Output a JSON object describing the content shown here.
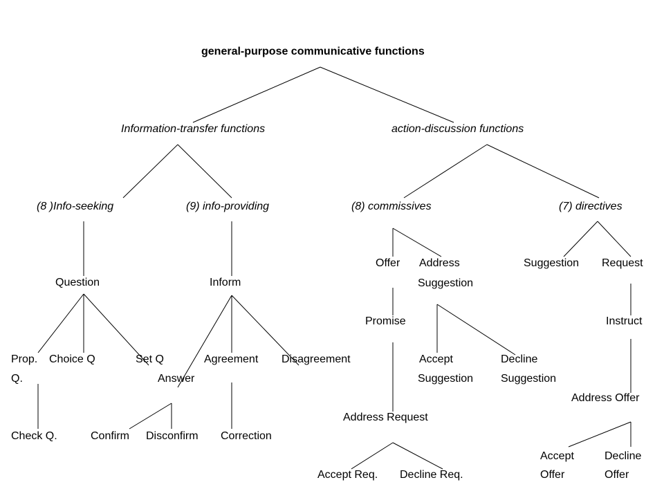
{
  "title": "general-purpose communicative functions",
  "level1": {
    "info_transfer": "Information-transfer functions",
    "action_discussion": "action-discussion functions"
  },
  "level2": {
    "info_seeking": "(8 )Info-seeking",
    "info_providing": "(9) info-providing",
    "commissives": "(8) commissives",
    "directives": "(7) directives"
  },
  "seeking": {
    "question": "Question",
    "prop_q": "Prop.",
    "prop_q_2": "Q.",
    "choice_q": "Choice Q",
    "set_q": "Set Q",
    "check_q": "Check Q."
  },
  "providing": {
    "inform": "Inform",
    "agreement": "Agreement",
    "disagreement": "Disagreement",
    "answer": "Answer",
    "confirm": "Confirm",
    "disconfirm": "Disconfirm",
    "correction": "Correction"
  },
  "commissive_nodes": {
    "offer": "Offer",
    "address_suggestion_1": "Address",
    "address_suggestion_2": "Suggestion",
    "promise": "Promise",
    "accept_suggestion_1": "Accept",
    "accept_suggestion_2": "Suggestion",
    "decline_suggestion_1": "Decline",
    "decline_suggestion_2": "Suggestion",
    "address_request": "Address Request",
    "accept_req": "Accept Req.",
    "decline_req": "Decline Req."
  },
  "directive_nodes": {
    "suggestion": "Suggestion",
    "request": "Request",
    "instruct": "Instruct",
    "address_offer": "Address Offer",
    "accept_offer_1": "Accept",
    "accept_offer_2": "Offer",
    "decline_offer_1": "Decline",
    "decline_offer_2": "Offer"
  }
}
